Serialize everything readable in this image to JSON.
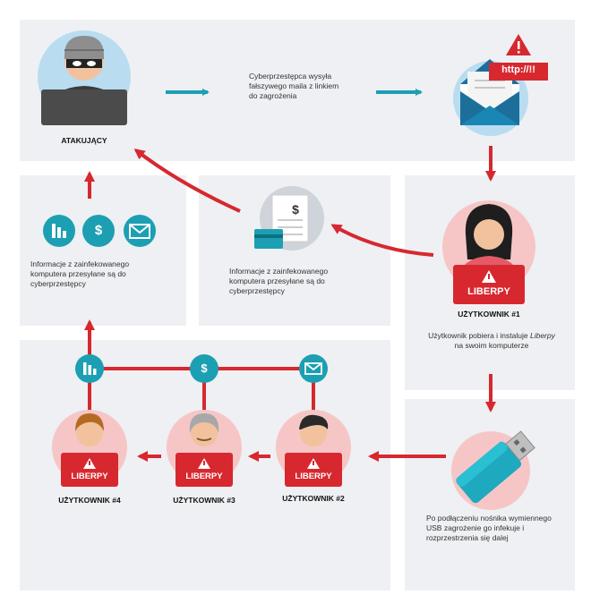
{
  "labels": {
    "attacker": "ATAKUJĄCY",
    "user1": "UŻYTKOWNIK #1",
    "user2": "UŻYTKOWNIK #2",
    "user3": "UŻYTKOWNIK #3",
    "user4": "UŻYTKOWNIK #4"
  },
  "texts": {
    "email_step": "Cyberprzestępca wysyła fałszywego maila z linkiem do zagrożenia",
    "info_left": "Informacje z zainfekowanego komputera przesyłane są do cyberprzestępcy",
    "info_mid": "Informacje z zainfekowanego komputera przesyłane są do cyberprzestępcy",
    "install_pre": "Użytkownik pobiera i instaluje",
    "install_malware": "Liberpy",
    "install_post": "na swoim komputerze",
    "usb_step": "Po podłączeniu nośnika wymiennego USB zagrożenie go infekuje i rozprzestrzenia się dalej"
  },
  "badges": {
    "http": "http://!!",
    "laptop": "LIBERPY",
    "dollar": "$"
  },
  "colors": {
    "panel": "#eef0f3",
    "red": "#d7282f",
    "teal": "#1c9fb3",
    "pink": "#f6c6c6",
    "blue_circle": "#b9dcf0"
  }
}
